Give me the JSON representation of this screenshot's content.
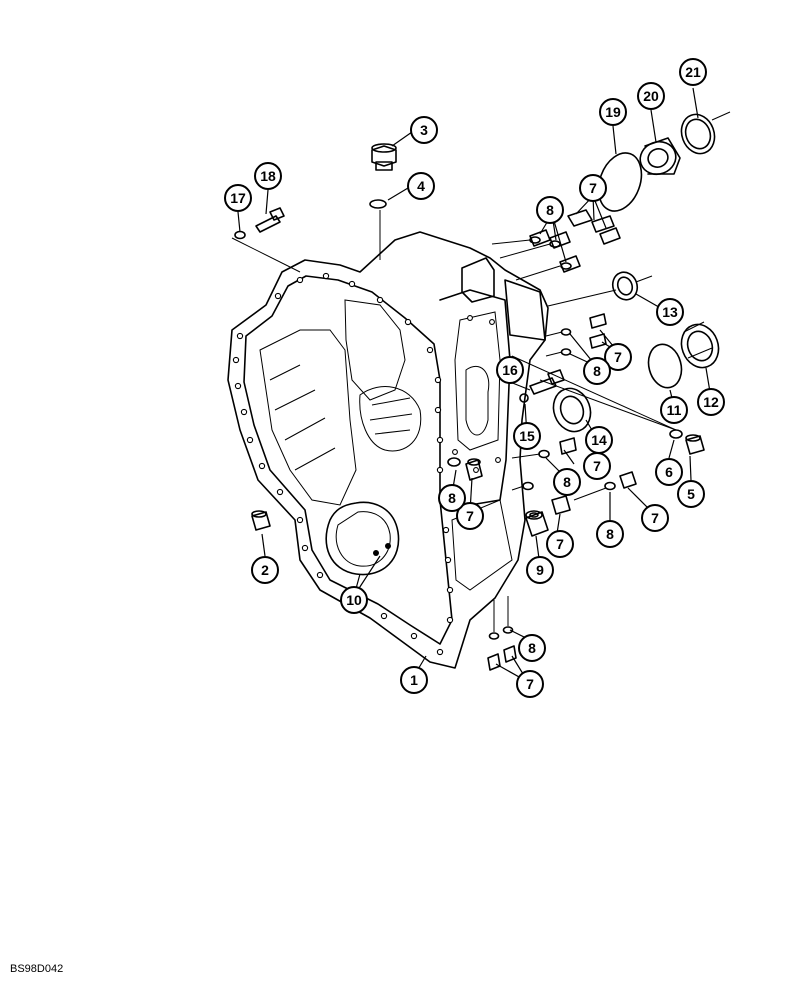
{
  "drawing_code": "BS98D042",
  "callout_labels": {
    "c1": "1",
    "c2": "2",
    "c3": "3",
    "c4": "4",
    "c5": "5",
    "c6": "6",
    "c7a": "7",
    "c7b": "7",
    "c7c": "7",
    "c7d": "7",
    "c7e": "7",
    "c7f": "7",
    "c7g": "7",
    "c8a": "8",
    "c8b": "8",
    "c8c": "8",
    "c8d": "8",
    "c8e": "8",
    "c8f": "8",
    "c9": "9",
    "c10": "10",
    "c11": "11",
    "c12": "12",
    "c13": "13",
    "c14": "14",
    "c15": "15",
    "c16": "16",
    "c17": "17",
    "c18": "18",
    "c19": "19",
    "c20": "20",
    "c21": "21"
  }
}
